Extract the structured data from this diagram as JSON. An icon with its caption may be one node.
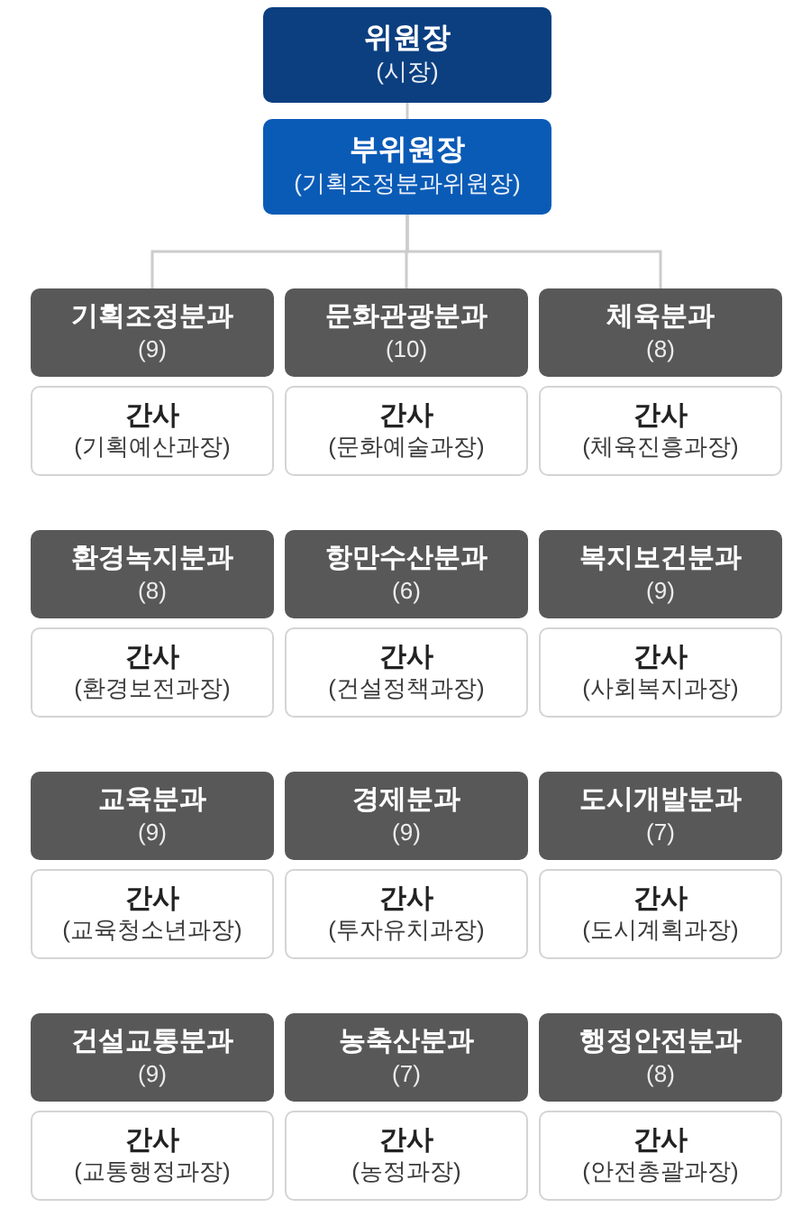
{
  "diagram": {
    "nodes": [
      {
        "text": [
          "위원장",
          "(시장)"
        ]
      },
      {
        "text": [
          "부위원장",
          "(기획조정분과위원장)"
        ]
      },
      {
        "text": [
          "기획조정분과",
          "(9)"
        ]
      },
      {
        "text": [
          "문화관광분과",
          "(10)"
        ]
      },
      {
        "text": [
          "체육분과",
          "(8)"
        ]
      },
      {
        "text": [
          "간사",
          "(기획예산과장)"
        ]
      },
      {
        "text": [
          "간사",
          "(문화예술과장)"
        ]
      },
      {
        "text": [
          "간사",
          "(체육진흥과장)"
        ]
      },
      {
        "text": [
          "환경녹지분과",
          "(8)"
        ]
      },
      {
        "text": [
          "항만수산분과",
          "(6)"
        ]
      },
      {
        "text": [
          "복지보건분과",
          "(9)"
        ]
      },
      {
        "text": [
          "간사",
          "(환경보전과장)"
        ]
      },
      {
        "text": [
          "간사",
          "(건설정책과장)"
        ]
      },
      {
        "text": [
          "간사",
          "(사회복지과장)"
        ]
      },
      {
        "text": [
          "교육분과",
          "(9)"
        ]
      },
      {
        "text": [
          "경제분과",
          "(9)"
        ]
      },
      {
        "text": [
          "도시개발분과",
          "(7)"
        ]
      },
      {
        "text": [
          "간사",
          "(교육청소년과장)"
        ]
      },
      {
        "text": [
          "간사",
          "(투자유치과장)"
        ]
      },
      {
        "text": [
          "간사",
          "(도시계획과장)"
        ]
      },
      {
        "text": [
          "건설교통분과",
          "(9)"
        ]
      },
      {
        "text": [
          "농축산분과",
          "(7)"
        ]
      },
      {
        "text": [
          "행정안전분과",
          "(8)"
        ]
      },
      {
        "text": [
          "간사",
          "(교통행정과장)"
        ]
      },
      {
        "text": [
          "간사",
          "(농정과장)"
        ]
      },
      {
        "text": [
          "간사",
          "(안전총괄과장)"
        ]
      }
    ],
    "edges": [
      {
        "from": 0,
        "to": 1,
        "arrow": "none"
      },
      {
        "from": 1,
        "to": 2,
        "arrow": "none"
      },
      {
        "from": 1,
        "to": 3,
        "arrow": "none"
      },
      {
        "from": 1,
        "to": 4,
        "arrow": "none"
      }
    ]
  }
}
